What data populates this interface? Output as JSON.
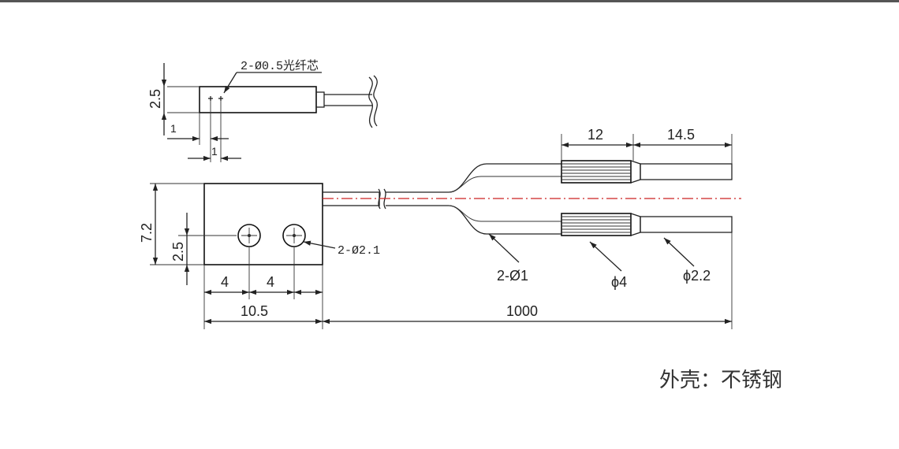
{
  "top_view": {
    "fiber_core_label": "2-Ø0.5光纤芯",
    "height_dim": "2.5",
    "offset_dim_1": "1",
    "offset_dim_2": "1"
  },
  "front_view": {
    "height_dim": "7.2",
    "hole_height_dim": "2.5",
    "hole_label": "2-Ø2.1",
    "hole_spacing_1": "4",
    "hole_spacing_2": "4",
    "width_dim": "10.5"
  },
  "cable": {
    "fiber_label": "2-Ø1",
    "sleeve_label": "ϕ4",
    "tip_label": "ϕ2.2",
    "sleeve_length_dim": "12",
    "tip_length_dim": "14.5",
    "total_length_dim": "1000"
  },
  "material_note": "外壳：不锈钢",
  "colors": {
    "line": "#222222",
    "center_line": "#cc2222"
  }
}
